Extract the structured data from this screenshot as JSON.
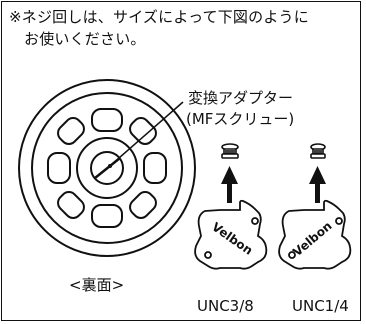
{
  "note": {
    "line1": "※ネジ回しは、サイズによって下図のように",
    "line2": "お使いください。"
  },
  "adapter": {
    "name": "変換アダプター",
    "sub": "(MFスクリュー)"
  },
  "back_label": "<裏面>",
  "plate_brand": "Velbon",
  "screws": [
    {
      "label": "UNC3/8"
    },
    {
      "label": "UNC1/4"
    }
  ]
}
